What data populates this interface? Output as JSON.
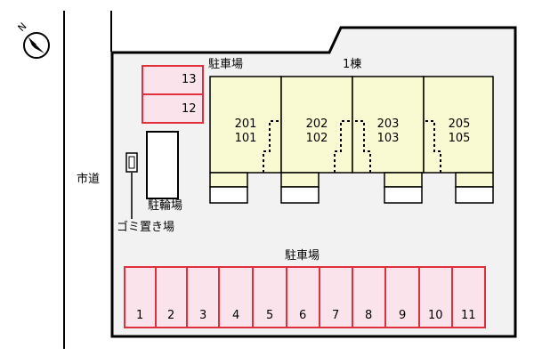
{
  "compass": {
    "label": "N",
    "icon": "north-arrow-icon"
  },
  "road": {
    "label": "市道"
  },
  "building": {
    "label": "1棟",
    "units": [
      {
        "upper": "201",
        "lower": "101"
      },
      {
        "upper": "202",
        "lower": "102"
      },
      {
        "upper": "203",
        "lower": "103"
      },
      {
        "upper": "205",
        "lower": "105"
      }
    ]
  },
  "north_parking": {
    "label": "駐車場",
    "spaces": [
      "13",
      "12"
    ]
  },
  "bicycle_parking": {
    "label": "駐輪場"
  },
  "garbage": {
    "label": "ゴミ置き場"
  },
  "south_parking": {
    "label": "駐車場",
    "spaces": [
      "1",
      "2",
      "3",
      "4",
      "5",
      "6",
      "7",
      "8",
      "9",
      "10",
      "11"
    ]
  },
  "colors": {
    "parking_fill": "#fbe3ec",
    "parking_border": "#e0303b",
    "building_fill": "#fafad2",
    "lot_line": "#000000"
  }
}
